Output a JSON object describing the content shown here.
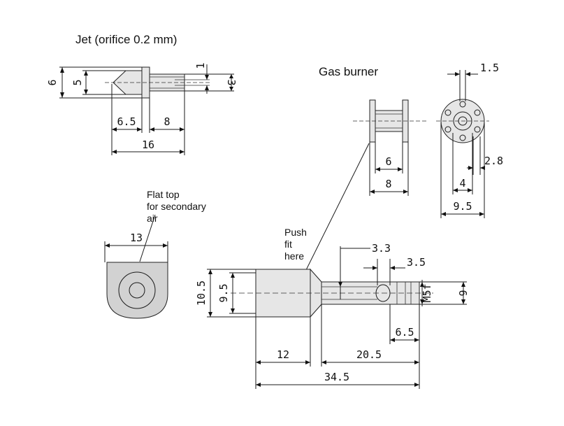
{
  "titles": {
    "jet": "Jet (orifice 0.2 mm)",
    "burner": "Gas burner"
  },
  "notes": {
    "flat_top_1": "Flat top",
    "flat_top_2": "for secondary",
    "flat_top_3": "air",
    "push_1": "Push",
    "push_2": "fit",
    "push_3": "here"
  },
  "jet_dims": {
    "d6": "6",
    "d5": "5",
    "d1": "1",
    "d3": "3",
    "d65": "6.5",
    "d8": "8",
    "d16": "16"
  },
  "burner_dims": {
    "d15": "1.5",
    "d28": "2.8",
    "d4": "4",
    "d95": "9.5",
    "d6": "6",
    "d8": "8"
  },
  "body_dims": {
    "d13": "13",
    "d105": "10.5",
    "d95": "9.5",
    "d33": "3.3",
    "d35": "3.5",
    "d6": "6",
    "m5f": "M5f",
    "d65": "6.5",
    "d12": "12",
    "d205": "20.5",
    "d345": "34.5"
  }
}
